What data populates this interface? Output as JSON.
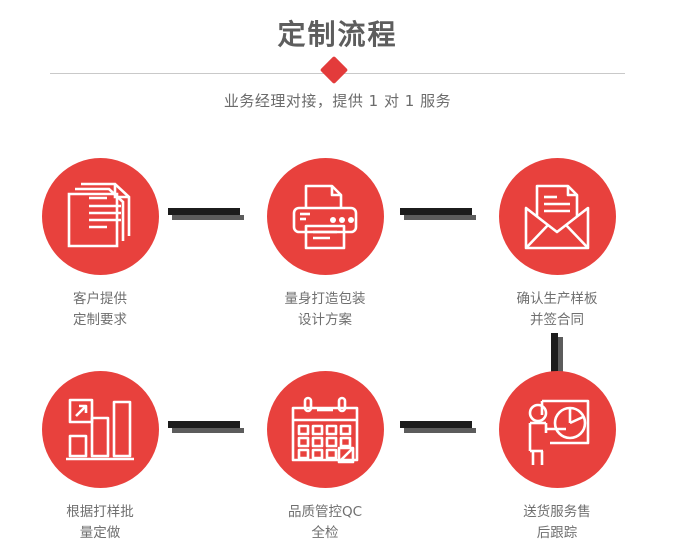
{
  "header": {
    "title": "定制流程",
    "subtitle": "业务经理对接，提供 1 对 1 服务",
    "diamond_icon": "diamond-icon",
    "title_color": "#5d5d5d",
    "accent_color": "#e8413d",
    "divider_color": "#c9c9c9"
  },
  "flow": {
    "steps": [
      {
        "index": 1,
        "icon": "documents-stack-icon",
        "label": "客户提供\n定制要求"
      },
      {
        "index": 2,
        "icon": "printer-icon",
        "label": "量身打造包装\n设计方案"
      },
      {
        "index": 3,
        "icon": "envelope-document-icon",
        "label": "确认生产样板\n并签合同"
      },
      {
        "index": 4,
        "icon": "bar-chart-growth-icon",
        "label": "根据打样批\n量定做"
      },
      {
        "index": 5,
        "icon": "calendar-check-icon",
        "label": "品质管控QC\n全检"
      },
      {
        "index": 6,
        "icon": "presentation-pie-chart-icon",
        "label": "送货服务售\n后跟踪"
      }
    ],
    "connectors": [
      {
        "name": "connector-step1-step2",
        "orientation": "horizontal"
      },
      {
        "name": "connector-step2-step3",
        "orientation": "horizontal"
      },
      {
        "name": "connector-step3-step6",
        "orientation": "vertical"
      },
      {
        "name": "connector-step4-step5",
        "orientation": "horizontal"
      },
      {
        "name": "connector-step5-step6",
        "orientation": "horizontal"
      }
    ],
    "circle_color": "#e8413d",
    "connector_color": "#1c1c1c",
    "connector_shadow_color": "#5c5c5c",
    "label_color": "#6f6f6f"
  }
}
